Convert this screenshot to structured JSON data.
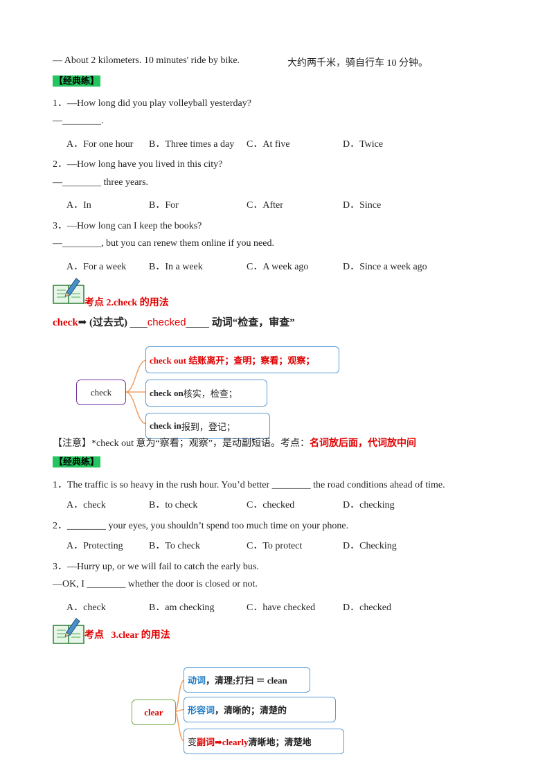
{
  "top_line": {
    "en": "— About 2 kilometers. 10 minutes' ride by bike.",
    "zh": "大约两千米，骑自行车 10 分钟。"
  },
  "practice_tag": "【经典练】",
  "part1": {
    "q1": {
      "q": "1．—How long did you play volleyball yesterday?",
      "a": "—________.",
      "options": [
        "A．For one hour",
        "B．Three times a day",
        "C．At five",
        "D．Twice"
      ]
    },
    "q2": {
      "q": "2．—How long have you lived in this city?",
      "a": "—________ three years.",
      "options": [
        "A．In",
        "B．For",
        "C．After",
        "D．Since"
      ]
    },
    "q3": {
      "q": "3．—How long can I keep the books?",
      "a": "—________, but you can renew them online if you need.",
      "options": [
        "A．For a week",
        "B．In a week",
        "C．A week ago",
        "D．Since a week ago"
      ]
    }
  },
  "section2": {
    "title_prefix": "考点",
    "title_rest": "2.check 的用法",
    "line_word": "check",
    "line_arrow": "➡",
    "line_past": " (过去式) ",
    "line_blank_left": "___",
    "line_past_form": "checked",
    "line_blank_right": "____",
    "line_meaning": "  动词“检查，审查”",
    "mind_center": "check",
    "branch1": "check out 结账离开；查明；察看；观察；",
    "branch2_bold": "check on",
    "branch2_rest": " 核实，检查；",
    "branch3_bold": "check in",
    "branch3_rest": " 报到，登记；",
    "note_prefix": "【注意】*check out 意为“察看；观察”，是动副短语。考点：",
    "note_red": "名词放后面，代词放中间"
  },
  "part2": {
    "q1": {
      "q": "1．The traffic is so heavy in the rush hour. You’d better ________ the road conditions ahead of time.",
      "options": [
        "A．check",
        "B．to check",
        "C．checked",
        "D．checking"
      ]
    },
    "q2": {
      "q": "2．________ your eyes, you shouldn’t spend too much time on your phone.",
      "options": [
        "A．Protecting",
        "B．To check",
        "C．To protect",
        "D．Checking"
      ]
    },
    "q3": {
      "q": "3．—Hurry up, or we will fail to catch the early bus.",
      "a": "—OK, I ________ whether the door is closed or not.",
      "options": [
        "A．check",
        "B．am checking",
        "C．have checked",
        "D．checked"
      ]
    }
  },
  "section3": {
    "title_prefix": "考点",
    "title_rest": "3.clear 的用法",
    "mind_center": "clear",
    "b1_blue": "动词",
    "b1_rest": "，清理;打扫 ＝ clean",
    "b2_blue": "形容词",
    "b2_rest": "，清晰的；清楚的",
    "b3_pre": "变",
    "b3_red": "副词➡clearly",
    "b3_rest": " 清晰地；清楚地"
  }
}
